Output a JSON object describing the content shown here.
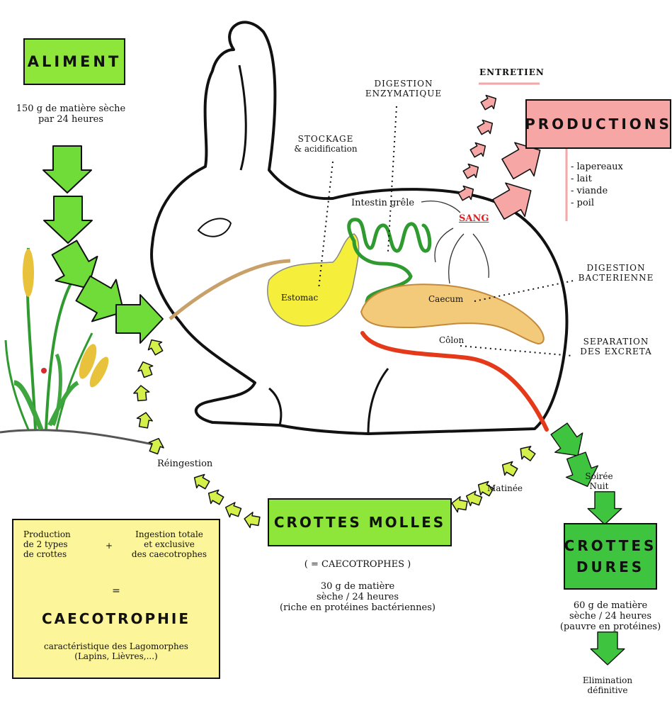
{
  "colors": {
    "green_box": "#8ee63a",
    "dark_green_box": "#3fc43f",
    "pink_box": "#f7a6a6",
    "yellow_box": "#fdf59a",
    "stomach": "#f5ef3c",
    "caecum": "#f3c97a",
    "colon": "#e53a1a",
    "intestine": "#2f9a2f",
    "blood_label": "#e02020"
  },
  "aliment": {
    "title": "ALIMENT",
    "amount": "150 g de matière sèche",
    "period": "par 24 heures"
  },
  "productions": {
    "header": "ENTRETIEN",
    "title": "PRODUCTIONS",
    "items": [
      "- lapereaux",
      "- lait",
      "- viande",
      "- poil"
    ]
  },
  "rabbit_labels": {
    "digestion_enzymatique_1": "DIGESTION",
    "digestion_enzymatique_2": "ENZYMATIQUE",
    "stockage_1": "STOCKAGE",
    "stockage_2": "& acidification",
    "intestin": "Intestin grêle",
    "sang": "SANG",
    "estomac": "Estomac",
    "caecum": "Caecum",
    "colon": "Côlon",
    "digestion_bacterienne_1": "DIGESTION",
    "digestion_bacterienne_2": "BACTERIENNE",
    "separation_1": "SEPARATION",
    "separation_2": "DES EXCRETA"
  },
  "cycle": {
    "reingestion": "Réingestion",
    "matinee": "Matinée",
    "soiree": "Soirée",
    "nuit": "Nuit"
  },
  "crottes_molles": {
    "title": "CROTTES MOLLES",
    "subtitle": "( = CAECOTROPHES )",
    "line1": "30 g de matière",
    "line2": "sèche / 24 heures",
    "line3": "(riche en protéines bactériennes)"
  },
  "crottes_dures": {
    "title1": "CROTTES",
    "title2": "DURES",
    "line1": "60 g de matière",
    "line2": "sèche / 24 heures",
    "line3": "(pauvre en protéines)",
    "elim1": "Elimination",
    "elim2": "définitive"
  },
  "caecotrophie": {
    "left1": "Production",
    "left2": "de 2 types",
    "left3": "de crottes",
    "plus": "+",
    "right1": "Ingestion totale",
    "right2": "et exclusive",
    "right3": "des caecotrophes",
    "equals": "=",
    "title": "CAECOTROPHIE",
    "desc1": "caractéristique des Lagomorphes",
    "desc2": "(Lapins, Lièvres,...)"
  }
}
